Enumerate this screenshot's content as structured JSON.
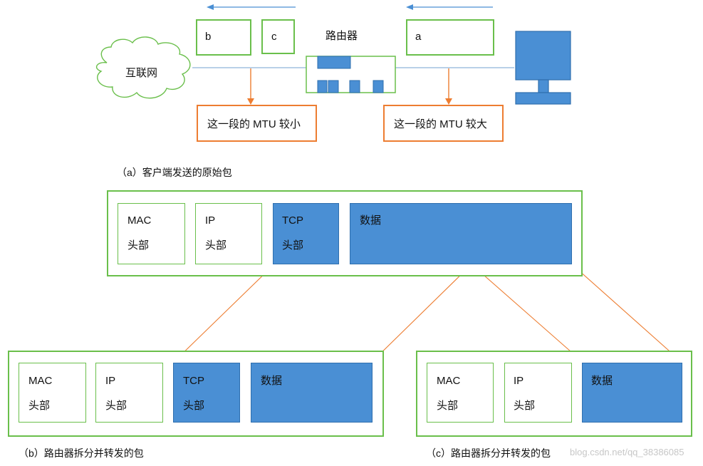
{
  "top": {
    "router_label": "路由器",
    "internet_label": "互联网",
    "boxes": {
      "b": "b",
      "c": "c",
      "a": "a"
    },
    "mtu_small": "这一段的 MTU 较小",
    "mtu_large": "这一段的 MTU 较大"
  },
  "captions": {
    "a": "（a）客户端发送的原始包",
    "b": "（b）路由器拆分并转发的包",
    "c": "（c）路由器拆分并转发的包"
  },
  "packet_a": {
    "mac": [
      "MAC",
      "头部"
    ],
    "ip": [
      "IP",
      "头部"
    ],
    "tcp": [
      "TCP",
      "头部"
    ],
    "data": "数据"
  },
  "packet_b": {
    "mac": [
      "MAC",
      "头部"
    ],
    "ip": [
      "IP",
      "头部"
    ],
    "tcp": [
      "TCP",
      "头部"
    ],
    "data": "数据"
  },
  "packet_c": {
    "mac": [
      "MAC",
      "头部"
    ],
    "ip": [
      "IP",
      "头部"
    ],
    "data": "数据"
  },
  "watermark": "blog.csdn.net/qq_38386085",
  "colors": {
    "green": "#6abf4b",
    "blue": "#4a8fd4",
    "orange": "#ed7d31",
    "arrow_blue": "#4a8fd4"
  }
}
